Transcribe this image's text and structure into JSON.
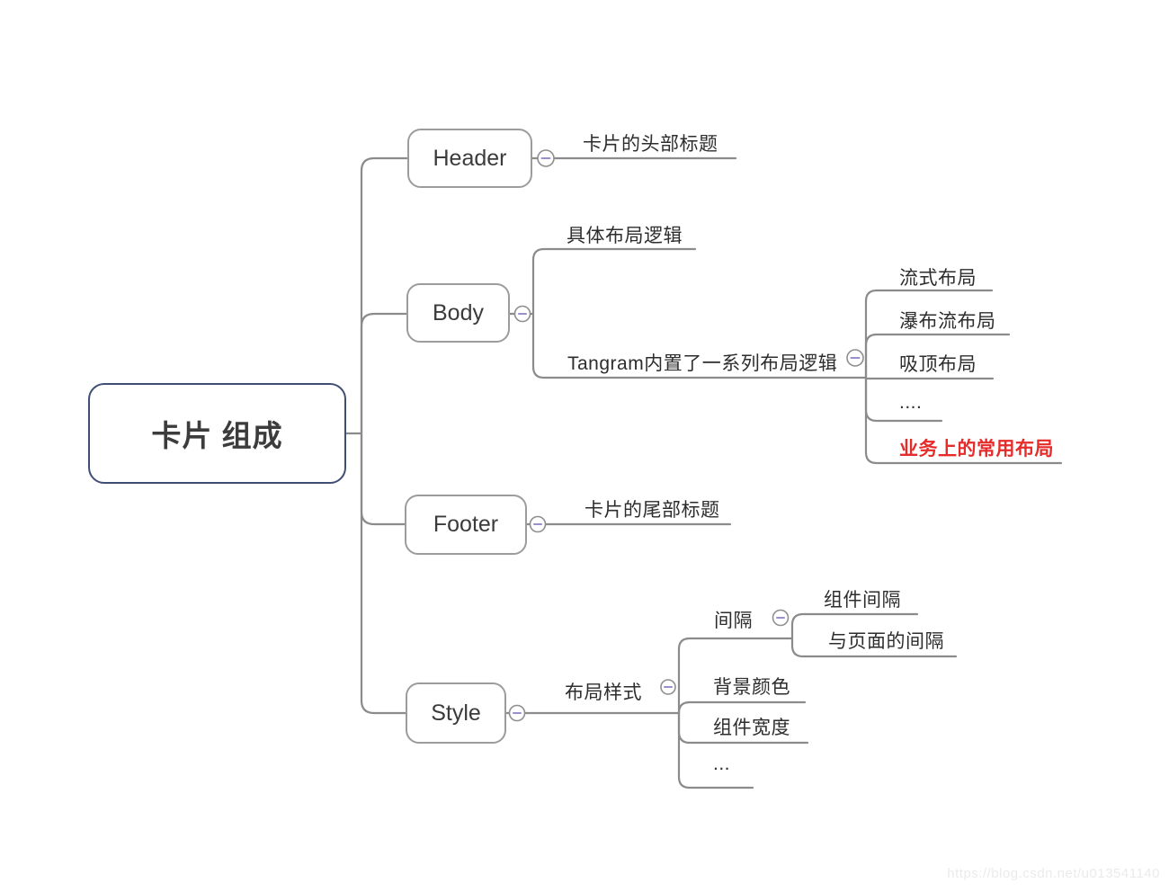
{
  "mindmap": {
    "root": {
      "label": "卡片 组成"
    },
    "header": {
      "label": "Header",
      "children": [
        {
          "label": "卡片的头部标题"
        }
      ]
    },
    "body": {
      "label": "Body",
      "children": [
        {
          "label": "具体布局逻辑"
        },
        {
          "label": "Tangram内置了一系列布局逻辑",
          "children": [
            {
              "label": "流式布局"
            },
            {
              "label": "瀑布流布局"
            },
            {
              "label": "吸顶布局"
            },
            {
              "label": "...."
            },
            {
              "label": "业务上的常用布局"
            }
          ]
        }
      ]
    },
    "footer": {
      "label": "Footer",
      "children": [
        {
          "label": "卡片的尾部标题"
        }
      ]
    },
    "style": {
      "label": "Style",
      "children": [
        {
          "label": "布局样式",
          "children": [
            {
              "label": "间隔",
              "children": [
                {
                  "label": "组件间隔"
                },
                {
                  "label": "与页面的间隔"
                }
              ]
            },
            {
              "label": "背景颜色"
            },
            {
              "label": "组件宽度"
            },
            {
              "label": "..."
            }
          ]
        }
      ]
    }
  },
  "watermark": "https://blog.csdn.net/u013541140",
  "colors": {
    "line": "#8b8b8b",
    "box_border": "#9c9c9c",
    "root_border": "#3f4e73",
    "text": "#2d2d2d",
    "highlight": "#e62b2b",
    "collapse_minus": "#9690cc",
    "watermark": "#ebebeb"
  }
}
